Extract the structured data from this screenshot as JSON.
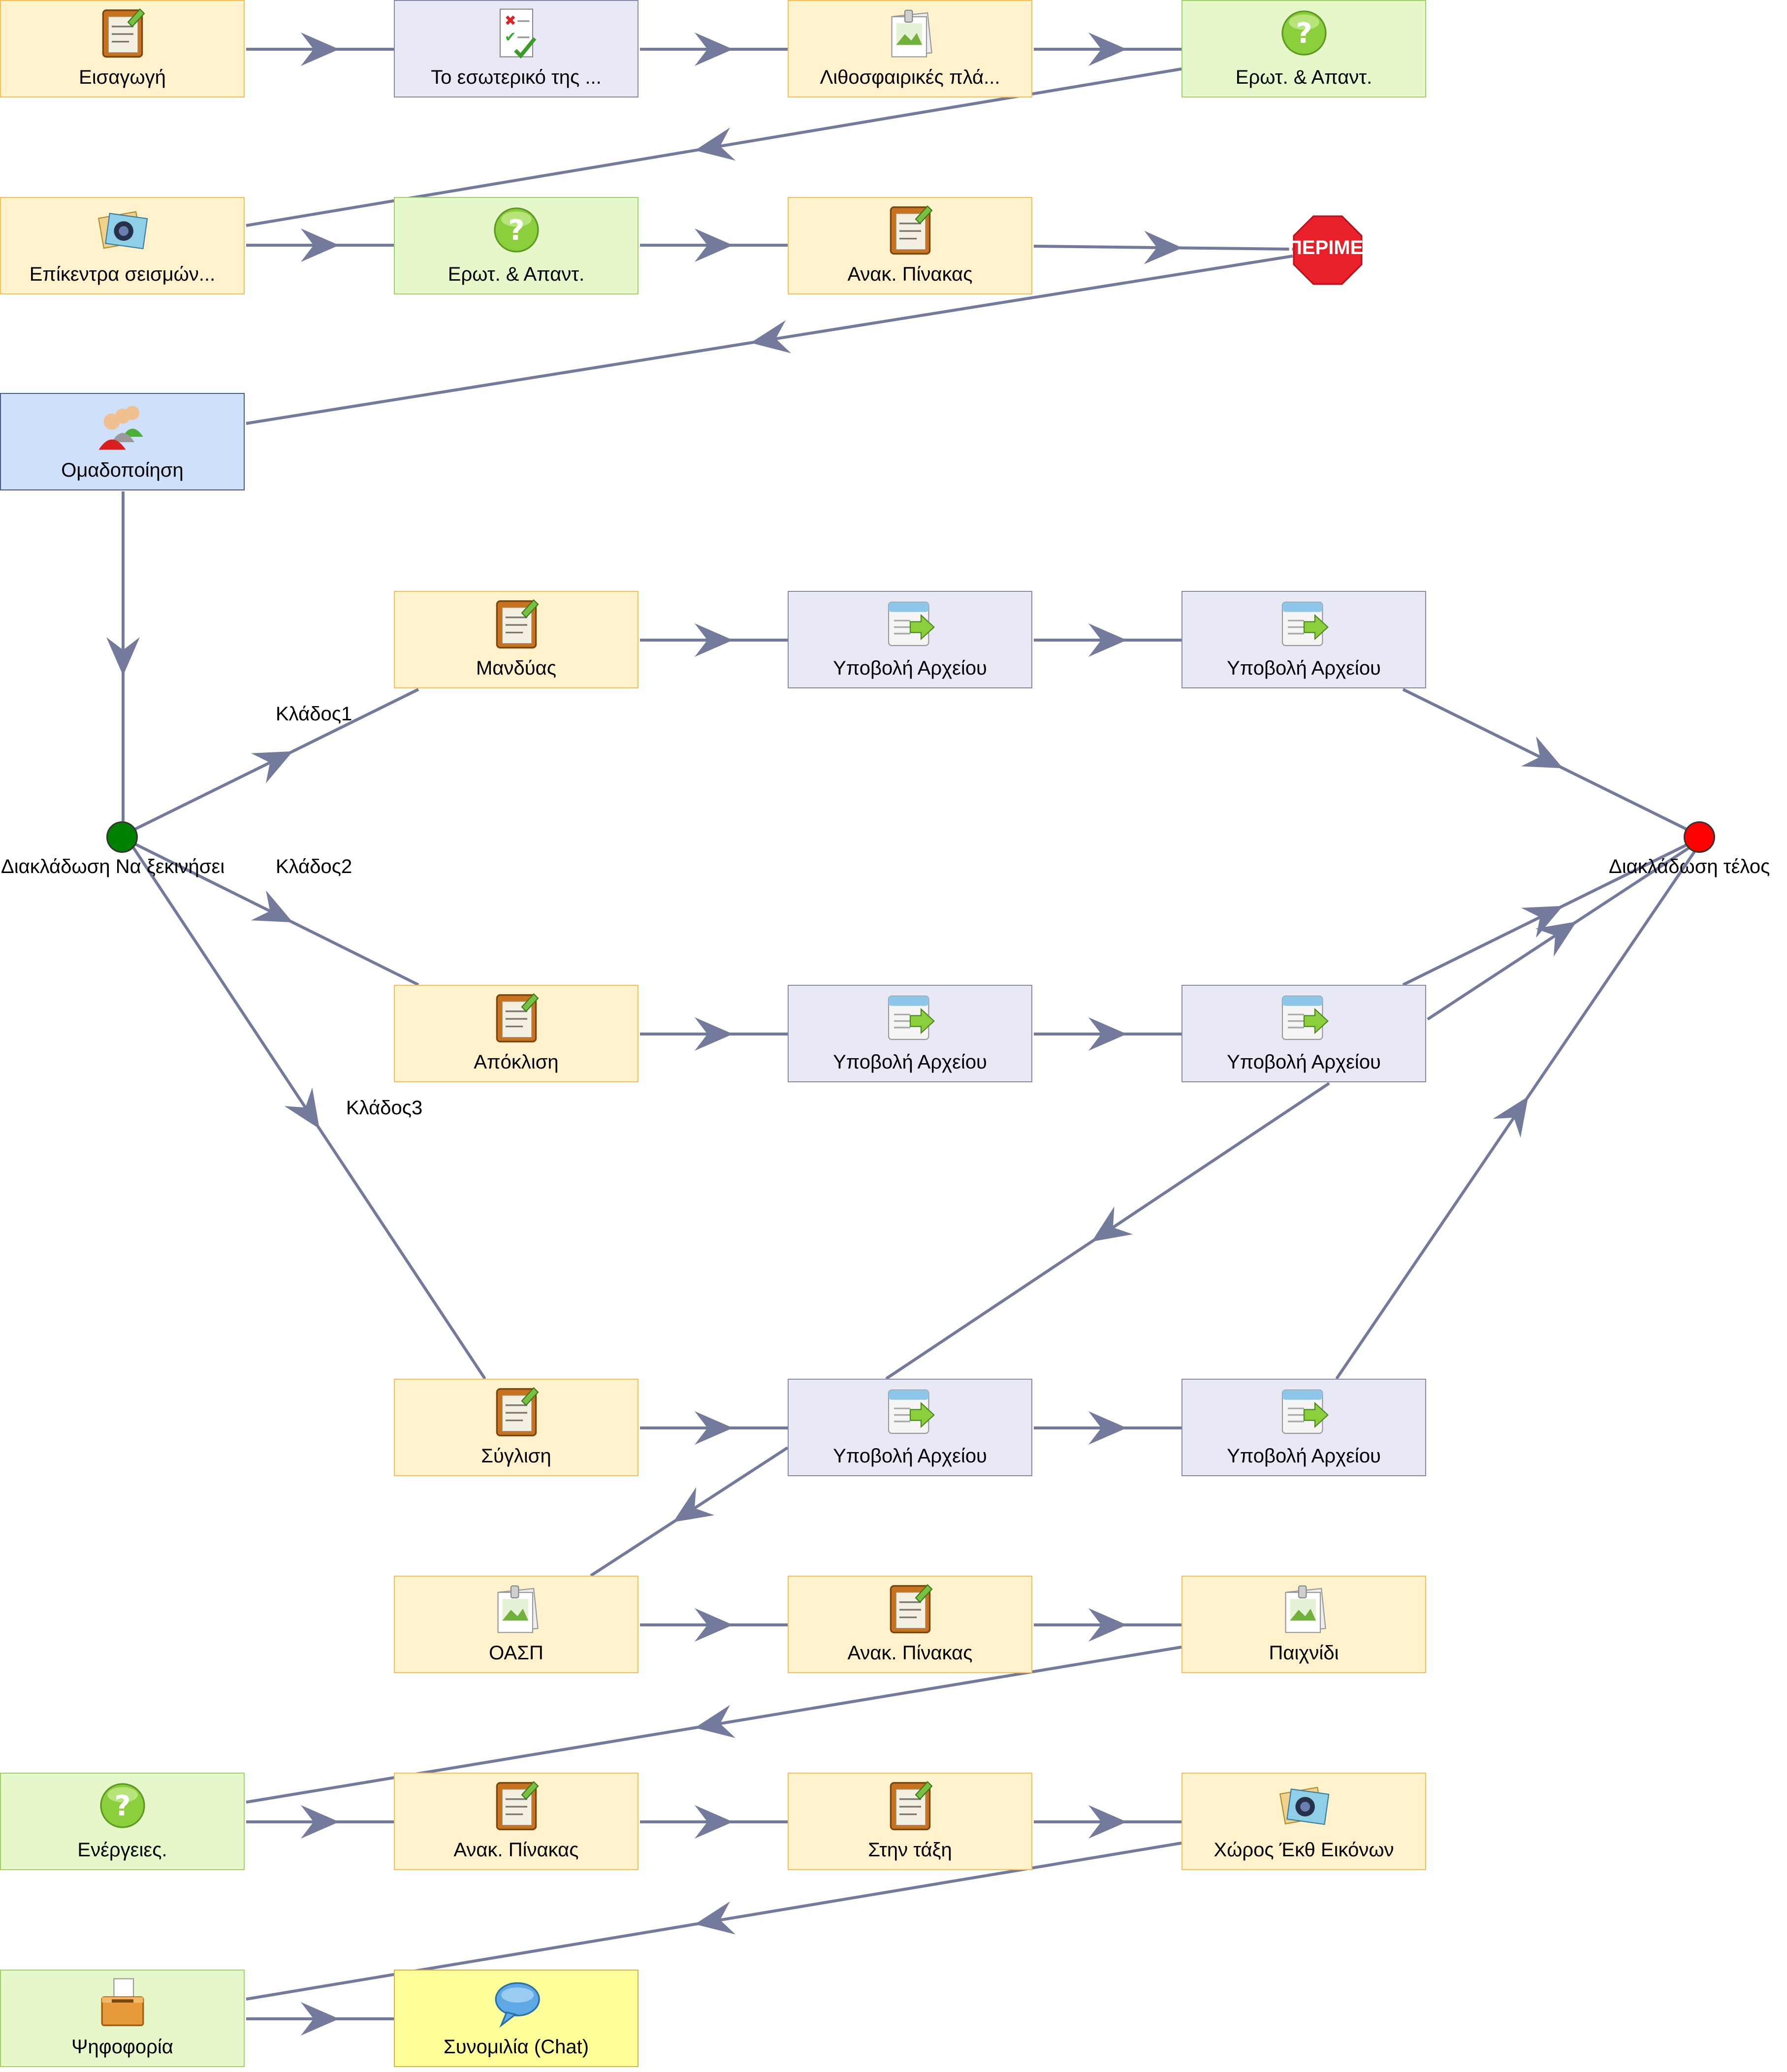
{
  "nodes": {
    "n1": {
      "label": "Εισαγωγή",
      "icon": "notepad-icon"
    },
    "n2": {
      "label": "Το εσωτερικό της ...",
      "icon": "checklist-icon"
    },
    "n3": {
      "label": "Λιθοσφαιρικές πλά...",
      "icon": "image-icon"
    },
    "n4": {
      "label": "Ερωτ. & Απαντ.",
      "icon": "question-icon"
    },
    "n5": {
      "label": "Επίκεντρα σεισμών...",
      "icon": "gallery-icon"
    },
    "n6": {
      "label": "Ερωτ. & Απαντ.",
      "icon": "question-icon"
    },
    "n7": {
      "label": "Ανακ. Πίνακας",
      "icon": "notepad-icon"
    },
    "n8": {
      "label": "Ομαδοποίηση",
      "icon": "group-icon"
    },
    "n9": {
      "label": "Μανδύας",
      "icon": "notepad-icon"
    },
    "n10": {
      "label": "Υποβολή Αρχείου",
      "icon": "upload-icon"
    },
    "n11": {
      "label": "Υποβολή Αρχείου",
      "icon": "upload-icon"
    },
    "n12": {
      "label": "Απόκλιση",
      "icon": "notepad-icon"
    },
    "n13": {
      "label": "Υποβολή Αρχείου",
      "icon": "upload-icon"
    },
    "n14": {
      "label": "Υποβολή Αρχείου",
      "icon": "upload-icon"
    },
    "n15": {
      "label": "Σύγλιση",
      "icon": "notepad-icon"
    },
    "n16": {
      "label": "Υποβολή Αρχείου",
      "icon": "upload-icon"
    },
    "n17": {
      "label": "Υποβολή Αρχείου",
      "icon": "upload-icon"
    },
    "n18": {
      "label": "ΟΑΣΠ",
      "icon": "image-icon"
    },
    "n19": {
      "label": "Ανακ. Πίνακας",
      "icon": "notepad-icon"
    },
    "n20": {
      "label": "Παιχνίδι",
      "icon": "image-icon"
    },
    "n21": {
      "label": "Ενέργειες.",
      "icon": "question-icon"
    },
    "n22": {
      "label": "Ανακ. Πίνακας",
      "icon": "notepad-icon"
    },
    "n23": {
      "label": "Στην τάξη",
      "icon": "notepad-icon"
    },
    "n24": {
      "label": "Χώρος Έκθ Εικόνων",
      "icon": "gallery-icon"
    },
    "n25": {
      "label": "Ψηφοφορία",
      "icon": "vote-icon"
    },
    "n26": {
      "label": "Συνομιλία (Chat)",
      "icon": "chat-icon"
    }
  },
  "stop": {
    "label": "ΠΕΡΙΜΕΝΕ",
    "color": "#e8202a"
  },
  "gateways": {
    "start": {
      "label": "Διακλάδωση Να ξεκινήσει",
      "color": "#008000"
    },
    "end": {
      "label": "Διακλάδωση τέλος",
      "color": "#ff0000"
    }
  },
  "branches": {
    "b1": "Κλάδος1",
    "b2": "Κλάδος2",
    "b3": "Κλάδος3"
  },
  "colors": {
    "edge": "#747a9c"
  }
}
